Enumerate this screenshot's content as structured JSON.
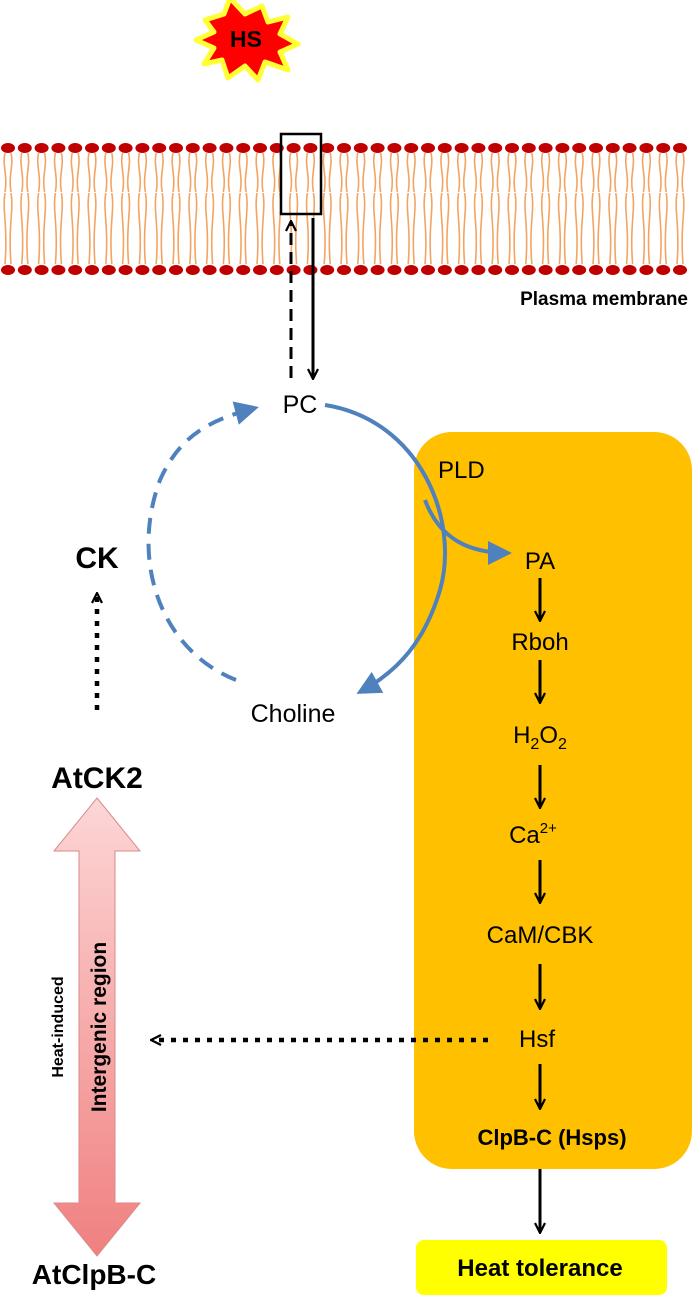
{
  "diagram": {
    "stress": "HS",
    "membrane_label": "Plasma membrane",
    "nodes": {
      "pc": "PC",
      "pld": "PLD",
      "pa": "PA",
      "rboh": "Rboh",
      "h2o2_h1": "H",
      "h2o2_sub1": "2",
      "h2o2_o": "O",
      "h2o2_sub2": "2",
      "ca_base": "Ca",
      "ca_sup": "2+",
      "cam_cbk": "CaM/CBK",
      "hsf": "Hsf",
      "clpb_hsps": "ClpB-C (Hsps)",
      "heat_tolerance": "Heat tolerance",
      "choline": "Choline",
      "ck": "CK",
      "atck2": "AtCK2",
      "atclpb": "AtClpB-C",
      "intergenic": "Intergenic region",
      "heat_induced": "Heat-induced"
    },
    "colors": {
      "starburst": "#ff0000",
      "starburst_outline": "#ffff33",
      "stress_text": "#ffff00",
      "membrane_head": "#c00000",
      "membrane_tail": "#f4a460",
      "cycle_arrow": "#4f81bd",
      "pathway_box": "#ffc000",
      "heat_tolerance_box": "#ffff00",
      "green_text": "#00b050",
      "red_text": "#ff0000",
      "double_arrow": "#f4a4a4"
    }
  }
}
